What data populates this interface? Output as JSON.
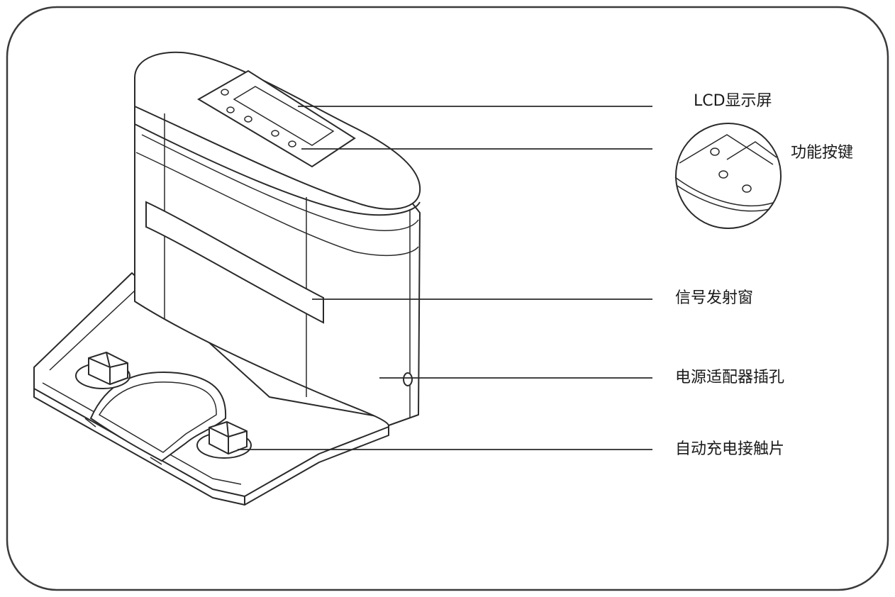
{
  "labels": {
    "lcd_screen": "LCD显示屏",
    "function_buttons": "功能按键",
    "signal_window": "信号发射窗",
    "power_jack": "电源适配器插孔",
    "charging_contacts": "自动充电接触片"
  },
  "colors": {
    "line": "#2a2a2a",
    "frame": "#3a3a3a",
    "fill": "#ffffff"
  }
}
